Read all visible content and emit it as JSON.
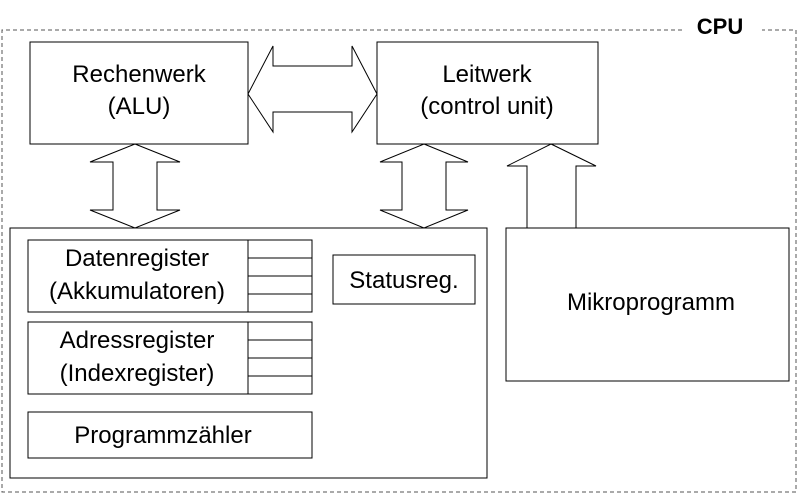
{
  "cpu_label": "CPU",
  "alu": {
    "line1": "Rechenwerk",
    "line2": "(ALU)"
  },
  "control_unit": {
    "line1": "Leitwerk",
    "line2": "(control unit)"
  },
  "data_register": {
    "line1": "Datenregister",
    "line2": "(Akkumulatoren)"
  },
  "address_register": {
    "line1": "Adressregister",
    "line2": "(Indexregister)"
  },
  "status_register": "Statusreg.",
  "program_counter": "Programmzähler",
  "microprogram": "Mikroprogramm"
}
